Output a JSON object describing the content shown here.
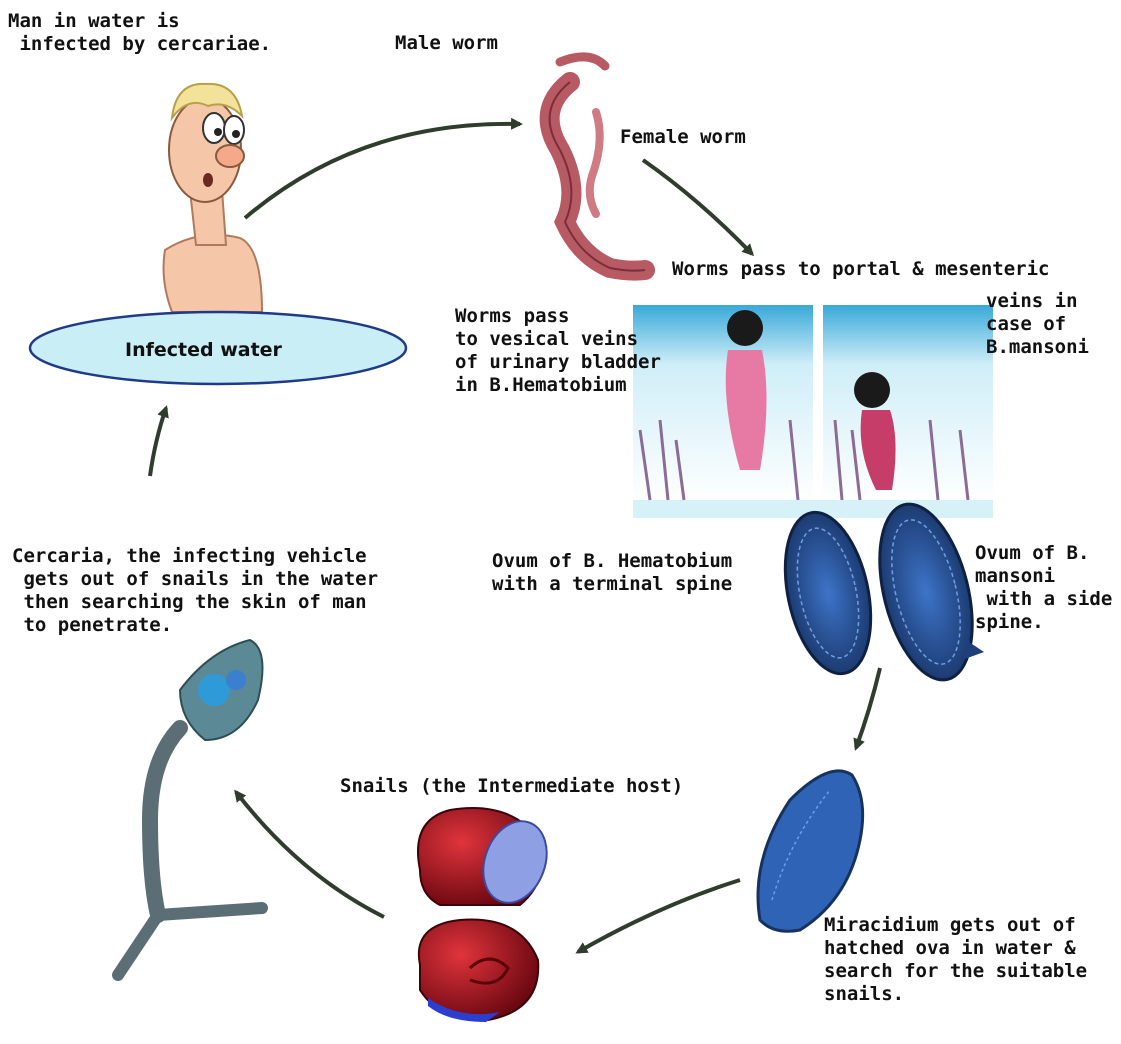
{
  "labels": {
    "man_in_water": "Man in water is\n infected by cercariae.",
    "male_worm": "Male worm",
    "female_worm": "Female worm",
    "worms_portal": "Worms pass to portal & mesenteric",
    "worms_portal_cont": "veins in\ncase of\nB.mansoni",
    "worms_vesical": "Worms pass\nto vesical veins\nof urinary bladder\nin B.Hematobium",
    "infected_water": "Infected water",
    "ovum_hematobium": "Ovum of B. Hematobium\nwith a terminal spine",
    "ovum_mansoni": "Ovum of B.\nmansoni\n with a side\nspine.",
    "cercaria": "Cercaria, the infecting vehicle\n gets out of snails in the water\n then searching the skin of man\n to penetrate.",
    "snails": "Snails (the Intermediate host)",
    "miracidium": "Miracidium gets out of\nhatched ova in water &\nsearch for the suitable\nsnails."
  },
  "colors": {
    "arrow": "#2f3d2c",
    "water_fill": "#c9eef6",
    "water_stroke": "#1f3a8a",
    "worm": "#b85a63",
    "skin": "#f6c6a8",
    "hair": "#f3e39a",
    "ovum": "#2c5aa8",
    "ovum_dark": "#17325f",
    "snail_red": "#b0121c",
    "snail_blue": "#8f9fe4",
    "cercaria": "#4c6f79"
  }
}
